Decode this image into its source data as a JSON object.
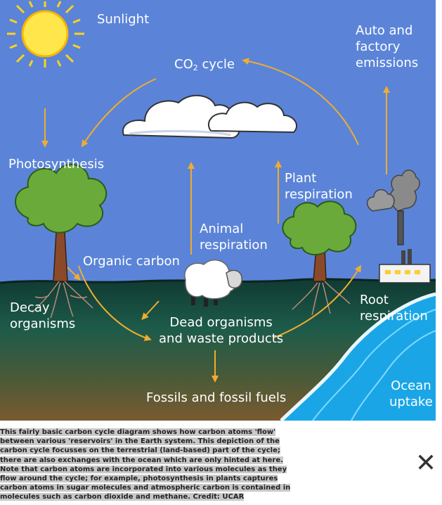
{
  "diagram": {
    "labels": {
      "sunlight": "Sunlight",
      "co2_prefix": "CO",
      "co2_sub": "2",
      "co2_suffix": " cycle",
      "auto_factory": "Auto and\nfactory\nemissions",
      "photosynthesis": "Photosynthesis",
      "plant_respiration": "Plant\nrespiration",
      "animal_respiration": "Animal\nrespiration",
      "organic_carbon": "Organic carbon",
      "decay_organisms": "Decay\norganisms",
      "root_respiration": "Root\nrespiration",
      "dead_organisms": "Dead organisms\nand waste products",
      "fossils": "Fossils and fossil fuels",
      "ocean_uptake": "Ocean\nuptake"
    },
    "colors": {
      "sky": "#5b84d8",
      "ground": "#103a32",
      "arrow": "#f0ad2c",
      "ocean": "#1aa6e6",
      "tree_leaves": "#6aaa3a",
      "label_text": "#ffffff"
    }
  },
  "caption": {
    "text": "This fairly basic carbon cycle diagram shows how carbon atoms 'flow' between various 'reservoirs' in the Earth system. This depiction of the carbon cycle focusses on the terrestrial (land-based) part of the cycle; there are also exchanges with the ocean which are only hinted at here. Note that carbon atoms are incorporated into various molecules as they flow around the cycle; for example, photosynthesis in plants captures carbon atoms in sugar molecules and atmospheric carbon is contained in molecules such as carbon dioxide and methane. Credit: UCAR"
  },
  "close_button": {
    "icon": "close-icon",
    "glyph": "✕"
  }
}
